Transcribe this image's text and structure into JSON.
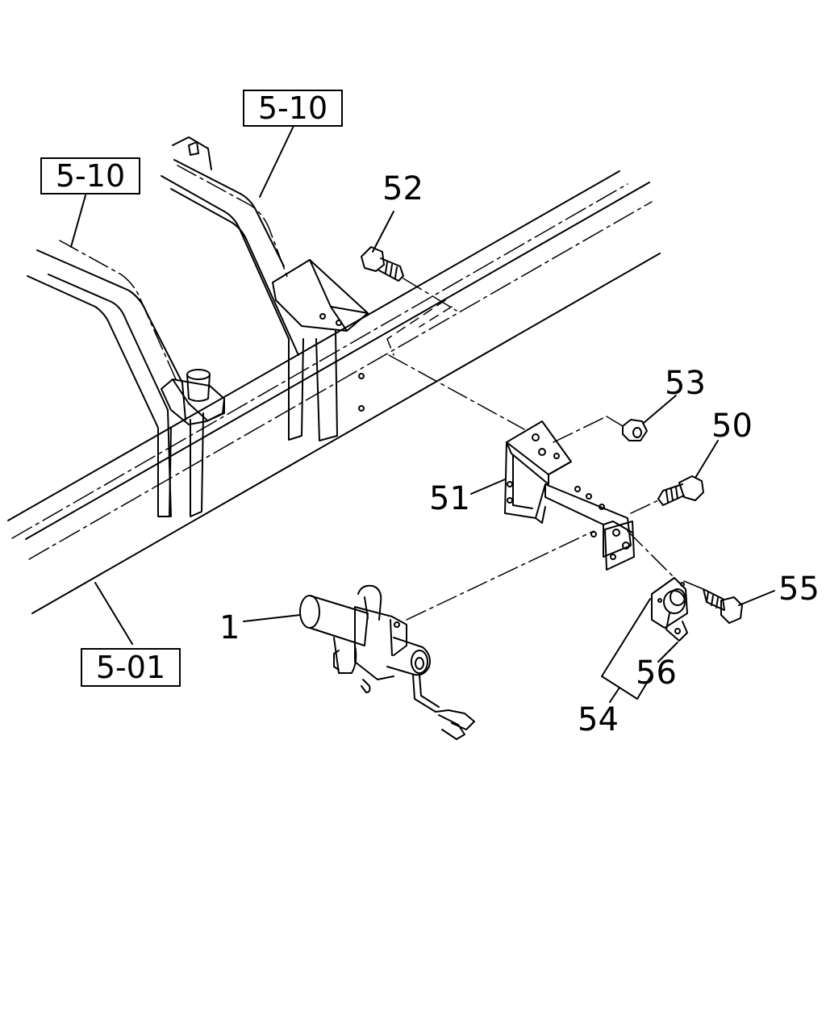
{
  "refs": {
    "ref_top": "5-10",
    "ref_left": "5-10",
    "ref_bottom": "5-01"
  },
  "callouts": {
    "c1": "1",
    "c50": "50",
    "c51": "51",
    "c52": "52",
    "c53": "53",
    "c54": "54",
    "c55": "55",
    "c56": "56"
  },
  "colors": {
    "line": "#000000",
    "background": "#ffffff"
  }
}
